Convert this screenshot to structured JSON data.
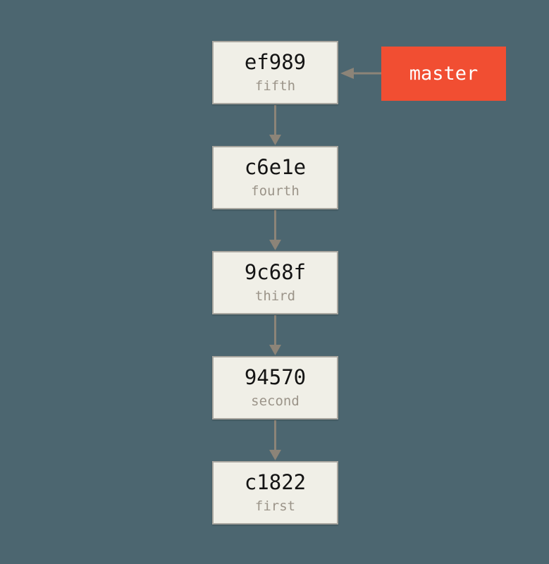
{
  "colors": {
    "background": "#4C6670",
    "node_fill": "#F0EFE7",
    "node_border": "#A9A7A0",
    "hash_text": "#141414",
    "label_text": "#9B9489",
    "arrow": "#8C8478",
    "branch_fill": "#F14E32",
    "branch_text": "#FFFFFF"
  },
  "commits": [
    {
      "hash": "ef989",
      "label": "fifth"
    },
    {
      "hash": "c6e1e",
      "label": "fourth"
    },
    {
      "hash": "9c68f",
      "label": "third"
    },
    {
      "hash": "94570",
      "label": "second"
    },
    {
      "hash": "c1822",
      "label": "first"
    }
  ],
  "branch": {
    "label": "master"
  }
}
